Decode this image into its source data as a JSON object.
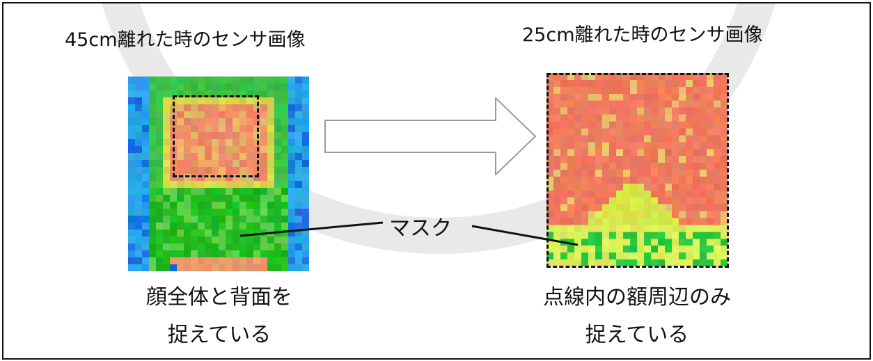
{
  "titles": {
    "left": "45cm離れた時のセンサ画像",
    "right": "25cm離れた時のセンサ画像"
  },
  "callout": {
    "label": "マスク"
  },
  "captions": {
    "left_line1": "顔全体と背面を",
    "left_line2": "捉えている",
    "right_line1": "点線内の額周辺のみ",
    "right_line2": "捉えている"
  },
  "colors": {
    "background_cold": "#1e9ee6",
    "mask_green": "#22c022",
    "face_warm": "#ee7a5e",
    "yellow_green": "#cce84a",
    "arc_gray": "#e9e9e9",
    "outline": "#111111"
  },
  "icons": {
    "arrow": "right-arrow-icon"
  }
}
